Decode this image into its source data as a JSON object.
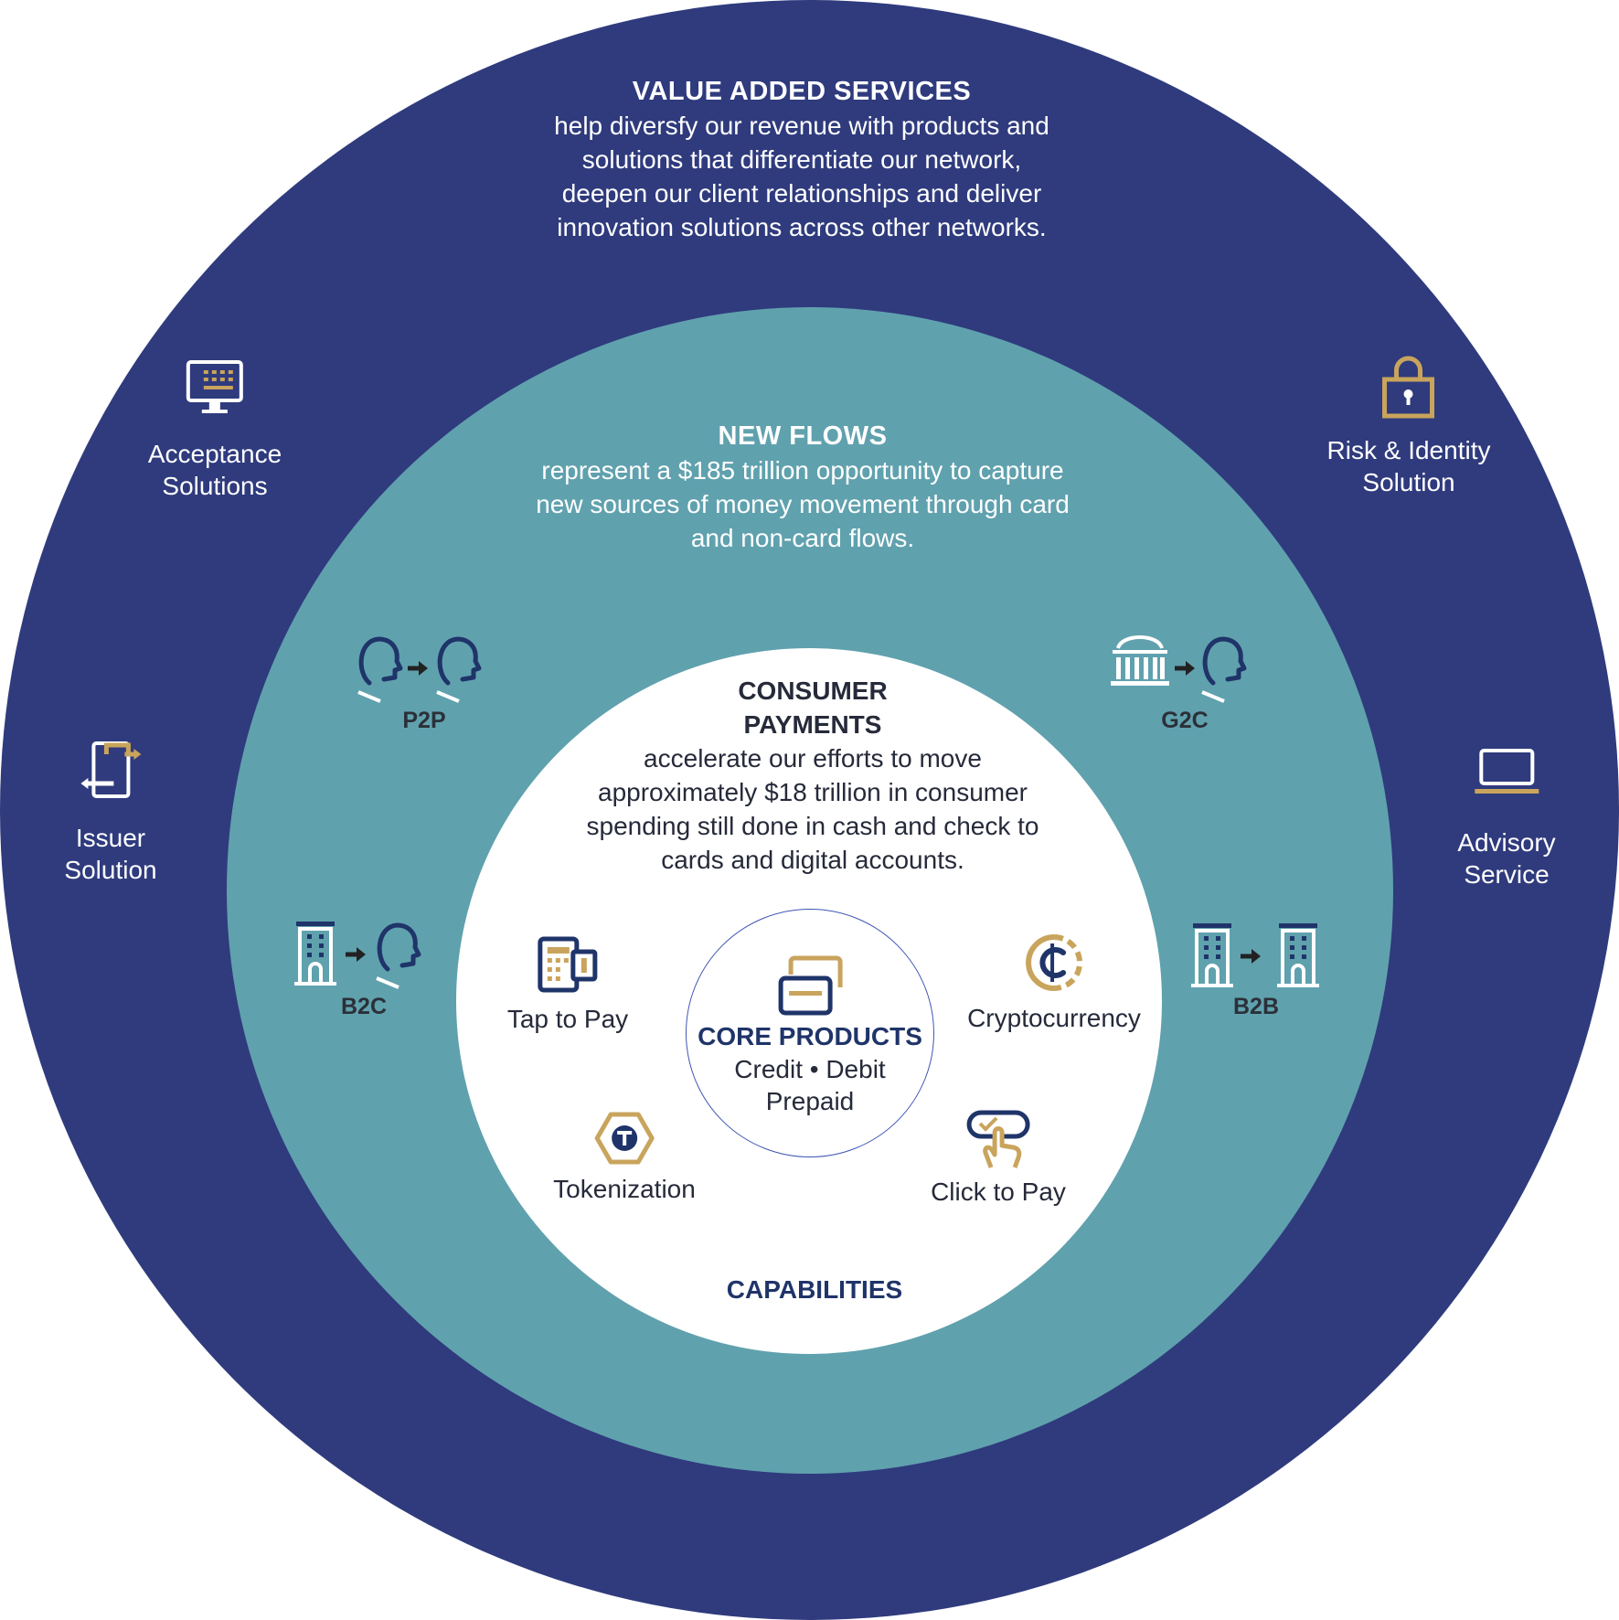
{
  "rings": {
    "value_added": {
      "title": "VALUE ADDED SERVICES",
      "lines": [
        "help diversfy our revenue with products and",
        "solutions that differentiate our network,",
        "deepen our client relationships and deliver",
        "innovation solutions across other networks."
      ],
      "items": [
        {
          "icon": "monitor-keypad-icon",
          "lines": [
            "Acceptance",
            "Solutions"
          ]
        },
        {
          "icon": "padlock-icon",
          "lines": [
            "Risk & Identity",
            "Solution"
          ]
        },
        {
          "icon": "phone-transfer-icon",
          "lines": [
            "Issuer",
            "Solution"
          ]
        },
        {
          "icon": "laptop-icon",
          "lines": [
            "Advisory",
            "Service"
          ]
        }
      ]
    },
    "new_flows": {
      "title": "NEW FLOWS",
      "lines": [
        "represent a $185 trillion opportunity to capture",
        "new sources of money movement through card",
        "and non-card flows."
      ],
      "items": [
        {
          "icon": "person-to-person-icon",
          "label": "P2P"
        },
        {
          "icon": "government-to-consumer-icon",
          "label": "G2C"
        },
        {
          "icon": "business-to-consumer-icon",
          "label": "B2C"
        },
        {
          "icon": "business-to-business-icon",
          "label": "B2B"
        }
      ]
    },
    "consumer_payments": {
      "title_lines": [
        "CONSUMER",
        "PAYMENTS"
      ],
      "lines": [
        "accelerate our efforts to move",
        "approximately $18 trillion in consumer",
        "spending still done in cash and check to",
        "cards and digital accounts."
      ],
      "capabilities_label": "CAPABILITIES",
      "items": [
        {
          "icon": "tap-to-pay-icon",
          "label": "Tap to Pay"
        },
        {
          "icon": "cryptocurrency-icon",
          "label": "Cryptocurrency"
        },
        {
          "icon": "tokenization-icon",
          "label": "Tokenization"
        },
        {
          "icon": "click-to-pay-icon",
          "label": "Click to Pay"
        }
      ]
    },
    "core": {
      "icon": "cards-icon",
      "title": "CORE PRODUCTS",
      "lines": [
        "Credit • Debit",
        "Prepaid"
      ]
    }
  },
  "colors": {
    "outer_ring": "#2f3b7d",
    "middle_ring": "#60a1ae",
    "inner_circle": "#ffffff",
    "navy_icon": "#1f3469",
    "gold_accent": "#c9a45c"
  }
}
